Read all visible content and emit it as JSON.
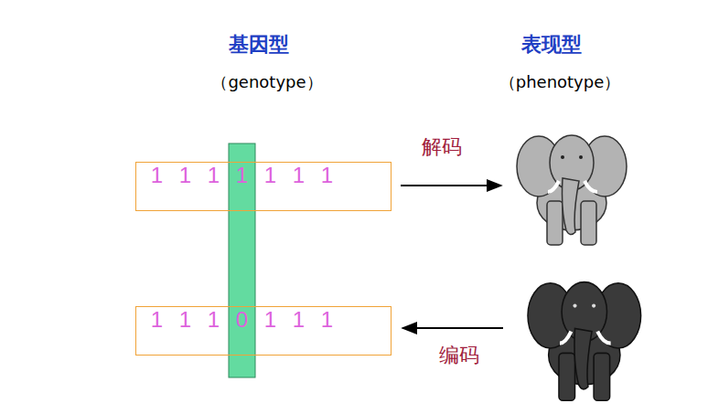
{
  "diagram": {
    "nodes": [
      {
        "text": [
          "1 1 1 1 1 1 1"
        ]
      },
      {
        "text": [
          "1 1 1 0 1 1 1"
        ]
      }
    ],
    "labels": [
      "基因型",
      "（genotype）",
      "表现型",
      "（phenotype）",
      "解码",
      "编码"
    ]
  }
}
